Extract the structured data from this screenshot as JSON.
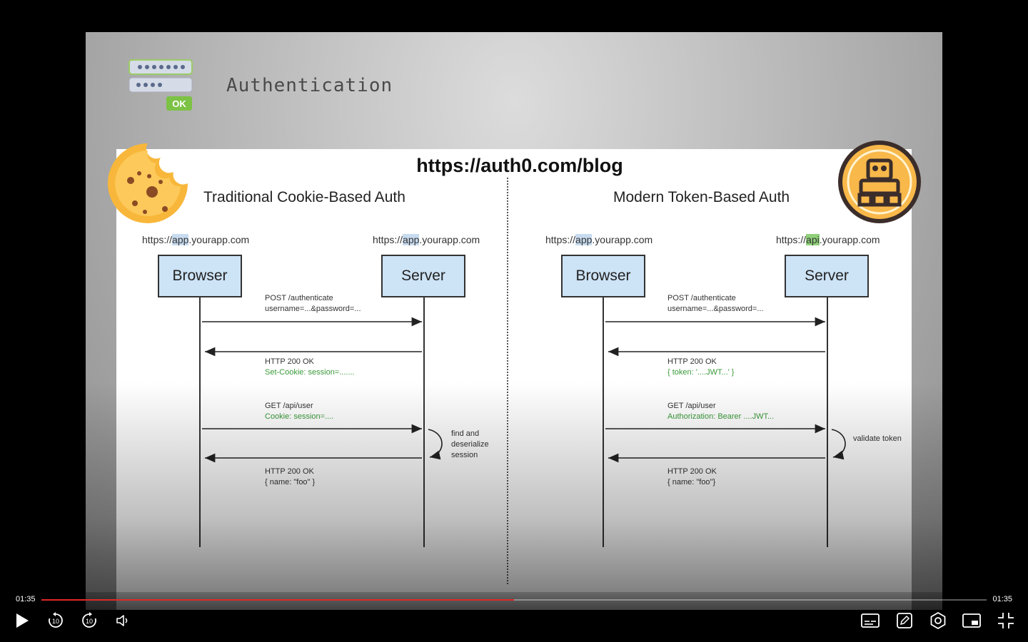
{
  "slide": {
    "title": "Authentication",
    "password_icon_label": "OK",
    "diagram_url": "https://auth0.com/blog",
    "left": {
      "title": "Traditional Cookie-Based Auth",
      "client_host_prefix": "https://",
      "client_host_sub": "app",
      "client_host_suffix": ".yourapp.com",
      "server_host_prefix": "https://",
      "server_host_sub": "app",
      "server_host_suffix": ".yourapp.com",
      "client_box": "Browser",
      "server_box": "Server",
      "msg1_line1": "POST /authenticate",
      "msg1_line2": "username=...&password=...",
      "msg2_line1": "HTTP 200 OK",
      "msg2_line2": "Set-Cookie: session=.......",
      "msg3_line1": "GET /api/user",
      "msg3_line2": "Cookie: session=....",
      "server_note_line1": "find and",
      "server_note_line2": "deserialize",
      "server_note_line3": "session",
      "msg4_line1": "HTTP 200 OK",
      "msg4_line2": "{  name: \"foo\" }"
    },
    "right": {
      "title": "Modern Token-Based Auth",
      "client_host_prefix": "https://",
      "client_host_sub": "app",
      "client_host_suffix": ".yourapp.com",
      "server_host_prefix": "https://",
      "server_host_sub": "api",
      "server_host_suffix": ".yourapp.com",
      "client_box": "Browser",
      "server_box": "Server",
      "msg1_line1": "POST /authenticate",
      "msg1_line2": "username=...&password=...",
      "msg2_line1": "HTTP 200 OK",
      "msg2_line2": "{ token: '....JWT...' }",
      "msg3_line1": "GET /api/user",
      "msg3_line2": "Authorization: Bearer ....JWT...",
      "server_note_line1": "validate token",
      "msg4_line1": "HTTP 200 OK",
      "msg4_line2": "{ name: \"foo\"}"
    }
  },
  "player": {
    "current_time": "01:35",
    "duration": "01:35",
    "progress_fraction": 0.5,
    "progress_color": "#e02828",
    "rewind_seconds": "10",
    "forward_seconds": "10",
    "icons": [
      "play-icon",
      "rewind-10-icon",
      "forward-10-icon",
      "volume-icon",
      "captions-icon",
      "edit-icon",
      "settings-icon",
      "picture-in-picture-icon",
      "exit-fullscreen-icon"
    ]
  }
}
